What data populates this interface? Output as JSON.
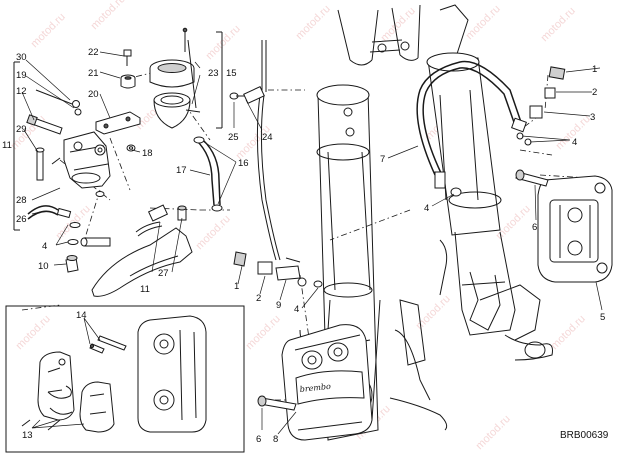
{
  "diagram_code": "BRB00639",
  "watermark": "motod.ru",
  "caliper_brand": "brembo",
  "callouts": [
    "1",
    "2",
    "3",
    "4",
    "5",
    "6",
    "7",
    "8",
    "9",
    "10",
    "11",
    "12",
    "13",
    "14",
    "15",
    "16",
    "17",
    "18",
    "19",
    "20",
    "21",
    "22",
    "23",
    "24",
    "25",
    "26",
    "27",
    "28",
    "29",
    "30"
  ]
}
